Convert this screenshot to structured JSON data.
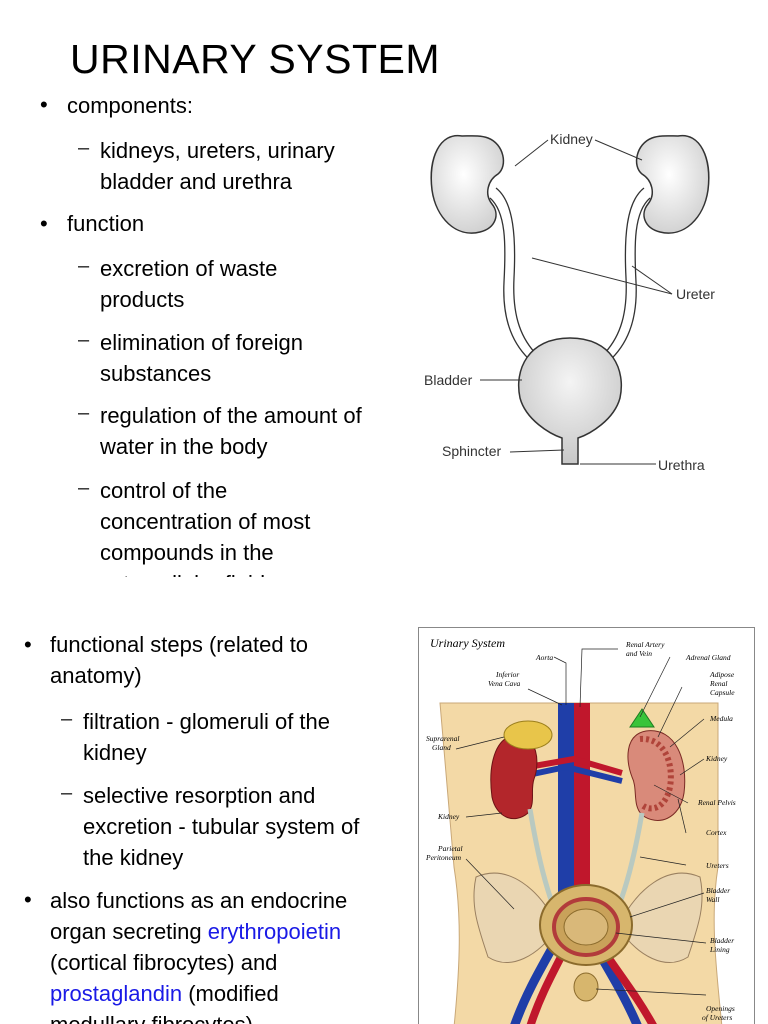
{
  "slide1": {
    "title": "URINARY SYSTEM",
    "bullet1": "components:",
    "b1_sub1": [
      "kidneys, ureters, urinary",
      "bladder and urethra"
    ],
    "bullet2": "function",
    "b2_sub1": [
      "excretion of waste",
      "products"
    ],
    "b2_sub2": [
      "elimination of foreign",
      "substances"
    ],
    "b2_sub3": [
      "regulation of the amount of",
      "water in the body"
    ],
    "b2_sub4": [
      "control of the",
      "concentration of most",
      "compounds in the",
      "extracellular fluid"
    ],
    "diagram": {
      "kidney": "Kidney",
      "ureter": "Ureter",
      "bladder": "Bladder",
      "sphincter": "Sphincter",
      "urethra": "Urethra"
    }
  },
  "slide2": {
    "bullet1": [
      "functional steps (related to",
      "anatomy)"
    ],
    "sub1": [
      "filtration - glomeruli of the",
      "kidney"
    ],
    "sub2": [
      "selective resorption and",
      "excretion - tubular system of",
      "the kidney"
    ],
    "bullet2_l1": "also functions as an endocrine",
    "bullet2_l2_pre": "organ secreting ",
    "bullet2_l2_link": "erythropoietin",
    "bullet2_l3": "(cortical fibrocytes) and",
    "bullet2_l4_link": "prostaglandin",
    "bullet2_l4_post": " (modified",
    "bullet2_l5": "medullary fibrocytes)",
    "figure": {
      "title": "Urinary System",
      "renal_artery": [
        "Renal Artery",
        "and Vein"
      ],
      "aorta": "Aorta",
      "adrenal": "Adrenal Gland",
      "inferior_vc": [
        "Inferior",
        "Vena Cava"
      ],
      "adipose": [
        "Adipose",
        "Renal",
        "Capsule"
      ],
      "medula": "Medula",
      "suprarenal": [
        "Suprarenal",
        "Gland"
      ],
      "kidney_r": "Kidney",
      "renal_pelvis": "Renal Pelvis",
      "kidney_l": "Kidney",
      "cortex": "Cortex",
      "parietal": [
        "Parietal",
        "Peritoneum"
      ],
      "ureters": "Ureters",
      "bladder_wall": [
        "Bladder",
        "Wall"
      ],
      "bladder_lining": [
        "Bladder",
        "Lining"
      ],
      "openings": [
        "Openings",
        "of Ureters"
      ]
    }
  }
}
